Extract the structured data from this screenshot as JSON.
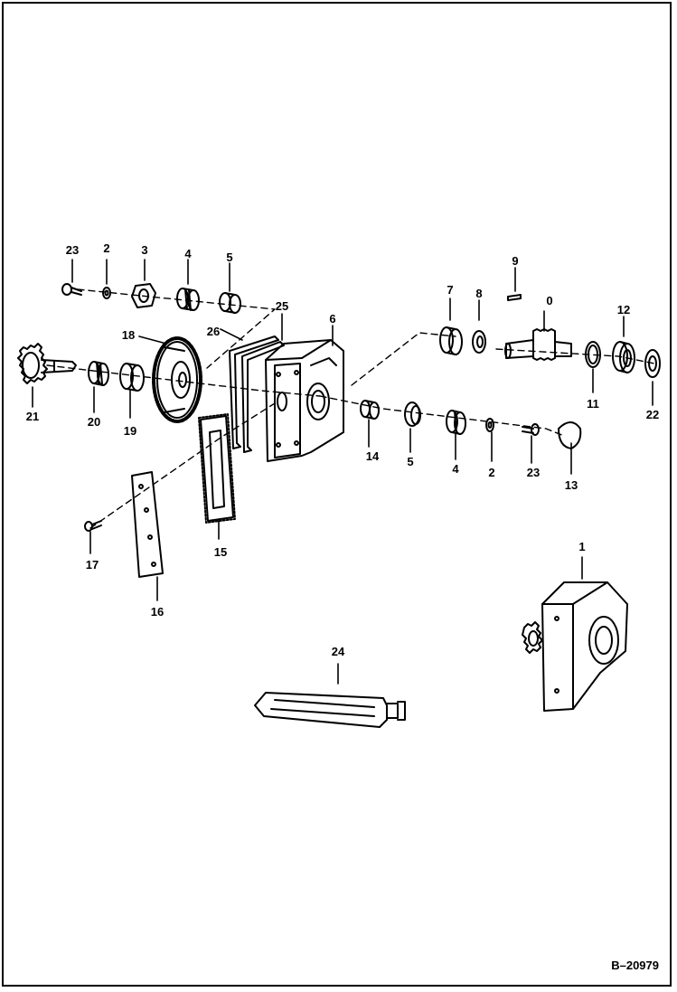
{
  "figure_id": "B–20979",
  "callouts": [
    "23",
    "2",
    "3",
    "4",
    "5",
    "25",
    "6",
    "9",
    "7",
    "8",
    "0",
    "12",
    "18",
    "26",
    "21",
    "20",
    "19",
    "11",
    "22",
    "14",
    "5",
    "4",
    "2",
    "23",
    "13",
    "15",
    "17",
    "16",
    "1",
    "24"
  ]
}
